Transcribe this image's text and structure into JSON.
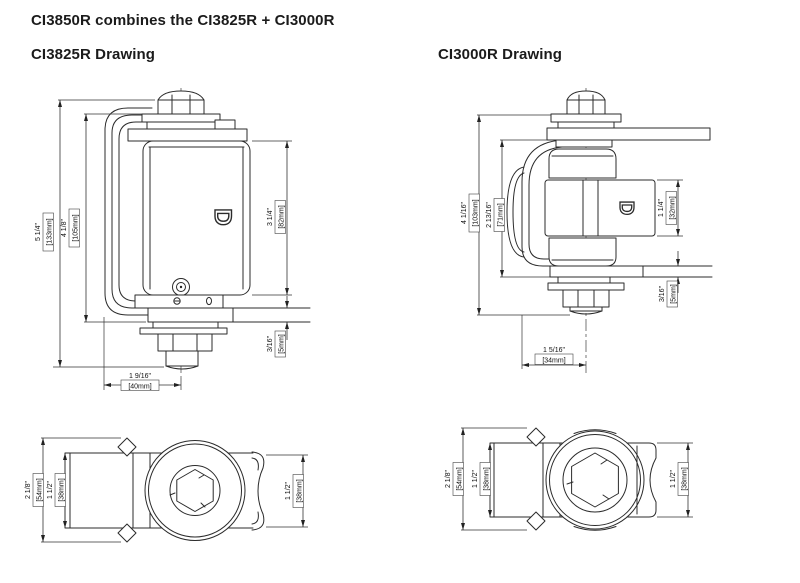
{
  "header": {
    "title": "CI3850R combines the CI3825R + CI3000R",
    "left_drawing_title": "CI3825R Drawing",
    "right_drawing_title": "CI3000R Drawing"
  },
  "brand": {
    "logo_letter": "D"
  },
  "ci3825r_side": {
    "overall_height": {
      "in": "5 1/4\"",
      "mm": "[133mm]"
    },
    "bracket_height": {
      "in": "4 1/8\"",
      "mm": "[105mm]"
    },
    "body_height": {
      "in": "3 1/4\"",
      "mm": "[82mm]"
    },
    "plate_thickness": {
      "in": "3/16\"",
      "mm": "[5mm]"
    },
    "center_offset": {
      "in": "1 9/16\"",
      "mm": "[40mm]"
    }
  },
  "ci3000r_side": {
    "overall_height": {
      "in": "4 1/16\"",
      "mm": "[103mm]"
    },
    "bracket_height": {
      "in": "2 13/16\"",
      "mm": "[71mm]"
    },
    "body_height": {
      "in": "1 1/4\"",
      "mm": "[32mm]"
    },
    "plate_thickness": {
      "in": "3/16\"",
      "mm": "[5mm]"
    },
    "center_offset": {
      "in": "1 5/16\"",
      "mm": "[34mm]"
    }
  },
  "ci3825r_top": {
    "outer_width": {
      "in": "2 1/8\"",
      "mm": "[54mm]"
    },
    "channel_width": {
      "in": "1 1/2\"",
      "mm": "[38mm]"
    },
    "barrel_width": {
      "in": "1 1/2\"",
      "mm": "[38mm]"
    }
  },
  "ci3000r_top": {
    "outer_width": {
      "in": "2 1/8\"",
      "mm": "[54mm]"
    },
    "channel_width": {
      "in": "1 1/2\"",
      "mm": "[38mm]"
    },
    "barrel_width": {
      "in": "1 1/2\"",
      "mm": "[38mm]"
    }
  }
}
